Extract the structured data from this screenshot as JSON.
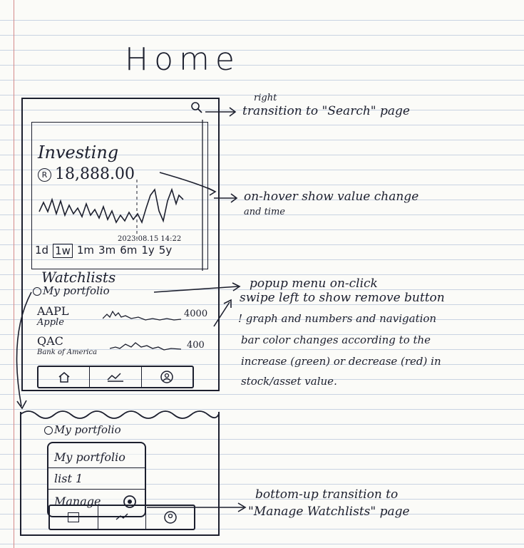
{
  "page": {
    "title": "Home"
  },
  "phone": {
    "chart_title": "Investing",
    "currency_symbol": "R",
    "value": "18,888.00",
    "timestamp": "2023.08.15 14:22",
    "tabs": [
      "1d",
      "1w",
      "1m",
      "3m",
      "6m",
      "1y",
      "5y"
    ],
    "selected_tab": "1w",
    "watchlists_label": "Watchlists",
    "portfolio_label": "My portfolio",
    "stocks": [
      {
        "ticker": "AAPL",
        "name": "Apple",
        "value": "4000"
      },
      {
        "ticker": "QAC",
        "name": "Bank of America",
        "value": "400"
      }
    ],
    "nav_icons": [
      "home-icon",
      "trend-icon",
      "profile-icon"
    ]
  },
  "screen2": {
    "portfolio_label": "My portfolio",
    "menu_items": [
      "My portfolio",
      "list 1",
      "Manage"
    ],
    "nav_icons": [
      "square-icon",
      "trend-icon",
      "profile-icon"
    ]
  },
  "notes": {
    "search_a": "right",
    "search_b": "transition to \"Search\" page",
    "hover_a": "on-hover show value change",
    "hover_b": "and time",
    "popup": "popup menu on-click",
    "swipe": "swipe left to show remove button",
    "color_a": "! graph and numbers and navigation",
    "color_b": "bar color changes according to the",
    "color_c": "increase (green) or decrease (red) in",
    "color_d": "stock/asset value.",
    "manage_a": "bottom-up transition to",
    "manage_b": "\"Manage Watchlists\" page"
  },
  "colors": {
    "ink": "#1c1f2e",
    "rule": "#c9d3e2",
    "margin": "#d48a8a"
  }
}
